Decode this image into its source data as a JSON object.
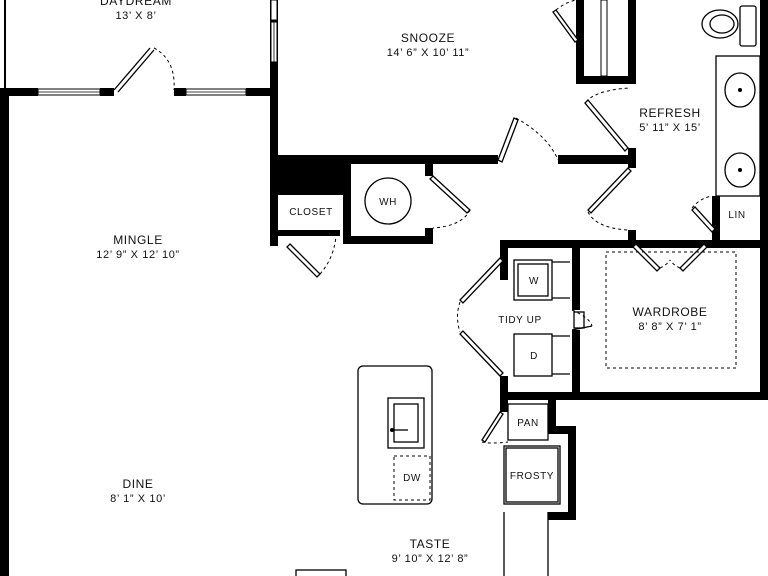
{
  "rooms": {
    "daydream": {
      "name": "DAYDREAM",
      "dims": "13’ X 8’"
    },
    "snooze": {
      "name": "SNOOZE",
      "dims": "14’ 6” X 10’ 11”"
    },
    "refresh": {
      "name": "REFRESH",
      "dims": "5’ 11” X 15’"
    },
    "mingle": {
      "name": "MINGLE",
      "dims": "12’ 9” X 12’ 10”"
    },
    "dine": {
      "name": "DINE",
      "dims": "8’ 1” X 10’"
    },
    "taste": {
      "name": "TASTE",
      "dims": "9’ 10” X 12’ 8”"
    },
    "wardrobe": {
      "name": "WARDROBE",
      "dims": "8’ 8” X 7’ 1”"
    },
    "tidy_up": {
      "name": "TIDY UP"
    }
  },
  "fixtures": {
    "closet": "CLOSET",
    "water_heater": "WH",
    "linen": "LIN",
    "washer": "W",
    "dryer": "D",
    "pantry": "PAN",
    "fridge": "FROSTY",
    "dishwasher": "DW"
  }
}
